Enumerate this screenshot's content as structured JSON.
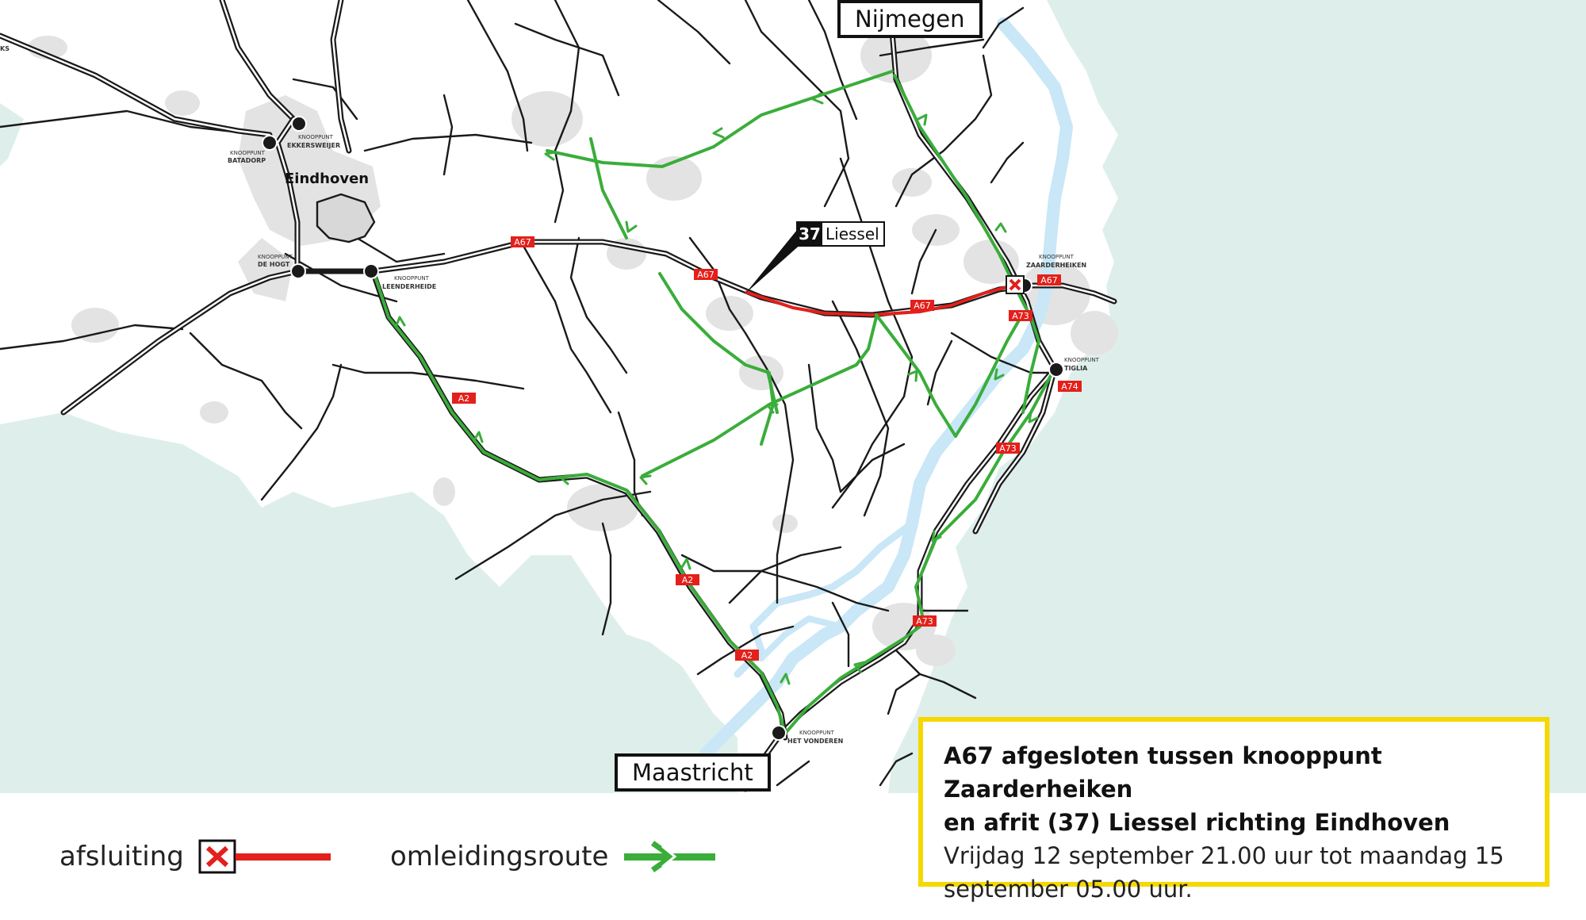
{
  "colors": {
    "background": "#ffffff",
    "area_shade": "#deefeb",
    "urban": "#e3e3e3",
    "water": "#c9e7f6",
    "road": "#1a1a1a",
    "closure": "#e3201b",
    "detour": "#3aad3a",
    "info_border": "#f5d800"
  },
  "cities": {
    "nijmegen": "Nijmegen",
    "maastricht": "Maastricht",
    "eindhoven": "Eindhoven"
  },
  "exit": {
    "number": "37",
    "name": "Liessel"
  },
  "junctions": {
    "ekkersweijer": [
      "KNOOPPUNT",
      "EKKERSWEIJER"
    ],
    "batadorp": [
      "KNOOPPUNT",
      "BATADORP"
    ],
    "de_hogt": [
      "KNOOPPUNT",
      "DE HOGT"
    ],
    "leenderheide": [
      "KNOOPPUNT",
      "LEENDERHEIDE"
    ],
    "zaarderheiken": [
      "KNOOPPUNT",
      "ZAARDERHEIKEN"
    ],
    "tiglia": [
      "KNOOPPUNT",
      "TIGLIA"
    ],
    "het_vonderen": [
      "KNOOPPUNT",
      "HET VONDEREN"
    ],
    "edge_fragment": "KS"
  },
  "road_labels": {
    "a67_1": "A67",
    "a67_2": "A67",
    "a67_3": "A67",
    "a67_4": "A67",
    "a73_1": "A73",
    "a73_2": "A73",
    "a73_3": "A73",
    "a74": "A74",
    "a2_1": "A2",
    "a2_2": "A2",
    "a2_3": "A2"
  },
  "info": {
    "title_line1": "A67 afgesloten tussen knooppunt Zaarderheiken",
    "title_line2": "en afrit (37) Liessel richting Eindhoven",
    "text_line1": "Vrijdag 12 september 21.00 uur tot maandag 15",
    "text_line2": "september 05.00 uur."
  },
  "legend": {
    "closure_label": "afsluiting",
    "detour_label": "omleidingsroute"
  }
}
